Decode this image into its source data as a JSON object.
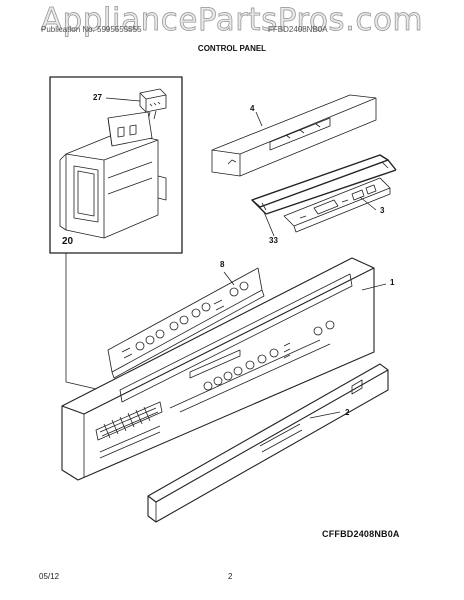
{
  "watermark": "AppliancePartsPros.com",
  "header": {
    "left": "Publication No. 5995555555",
    "right": "FFBD2408NB0A",
    "title": "CONTROL PANEL"
  },
  "callouts": {
    "c27": "27",
    "c4": "4",
    "c20": "20",
    "c3": "3",
    "c33": "33",
    "c8": "8",
    "c1": "1",
    "c2": "2"
  },
  "model_code": "CFFBD2408NB0A",
  "footer": {
    "date": "05/12",
    "page": "2"
  }
}
